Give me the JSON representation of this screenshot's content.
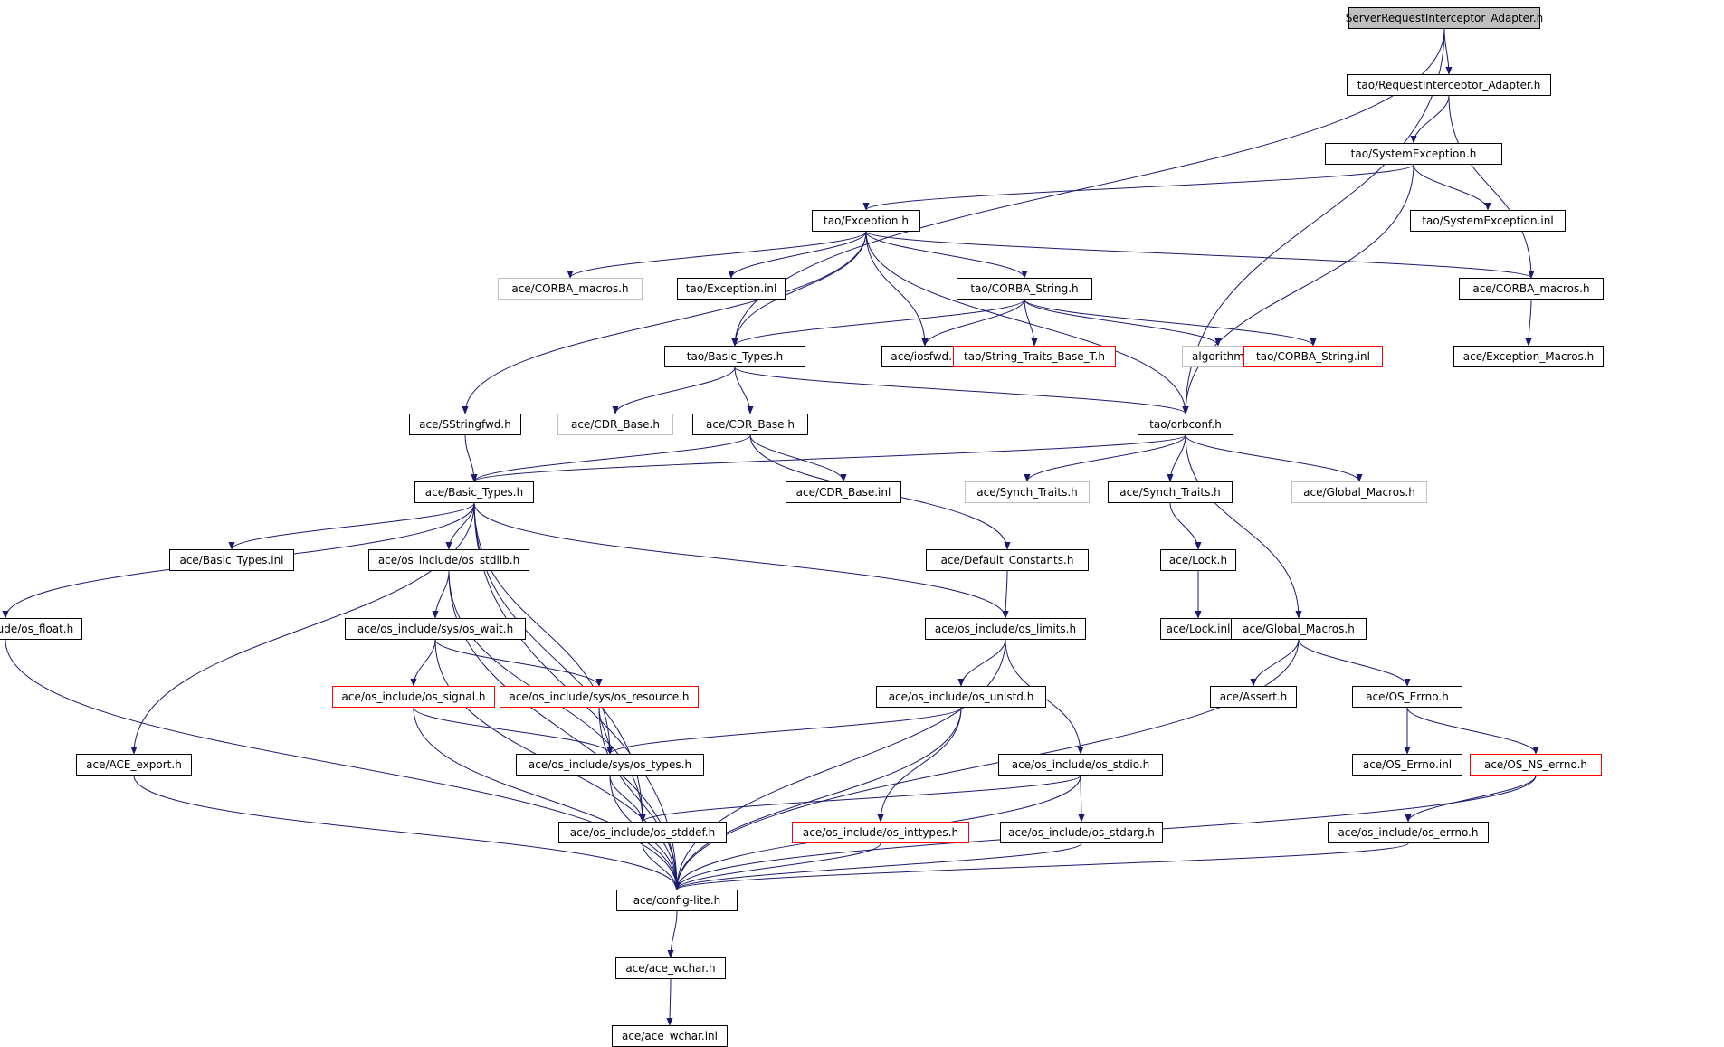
{
  "nodes": [
    {
      "id": "root",
      "label": "ServerRequestInterceptor_Adapter.h",
      "style": "root"
    },
    {
      "id": "ria",
      "label": "tao/RequestInterceptor_Adapter.h",
      "style": "normal"
    },
    {
      "id": "sysexc",
      "label": "tao/SystemException.h",
      "style": "normal"
    },
    {
      "id": "exc",
      "label": "tao/Exception.h",
      "style": "normal"
    },
    {
      "id": "sysexcinl",
      "label": "tao/SystemException.inl",
      "style": "normal"
    },
    {
      "id": "corbamacros_g",
      "label": "ace/CORBA_macros.h",
      "style": "gray"
    },
    {
      "id": "excinl",
      "label": "tao/Exception.inl",
      "style": "normal"
    },
    {
      "id": "corbastring",
      "label": "tao/CORBA_String.h",
      "style": "normal"
    },
    {
      "id": "corbamacros",
      "label": "ace/CORBA_macros.h",
      "style": "normal"
    },
    {
      "id": "basictypes_tao",
      "label": "tao/Basic_Types.h",
      "style": "normal"
    },
    {
      "id": "iosfwd",
      "label": "ace/iosfwd.h",
      "style": "normal"
    },
    {
      "id": "strtraits",
      "label": "tao/String_Traits_Base_T.h",
      "style": "red"
    },
    {
      "id": "algorithm",
      "label": "algorithm",
      "style": "gray"
    },
    {
      "id": "corbastringinl",
      "label": "tao/CORBA_String.inl",
      "style": "red"
    },
    {
      "id": "excmacros",
      "label": "ace/Exception_Macros.h",
      "style": "normal"
    },
    {
      "id": "sstringfwd",
      "label": "ace/SStringfwd.h",
      "style": "normal"
    },
    {
      "id": "cdrbase_g",
      "label": "ace/CDR_Base.h",
      "style": "gray"
    },
    {
      "id": "cdrbase",
      "label": "ace/CDR_Base.h",
      "style": "normal"
    },
    {
      "id": "orbconf",
      "label": "tao/orbconf.h",
      "style": "normal"
    },
    {
      "id": "basictypes",
      "label": "ace/Basic_Types.h",
      "style": "normal"
    },
    {
      "id": "cdrbaseinl",
      "label": "ace/CDR_Base.inl",
      "style": "normal"
    },
    {
      "id": "synch_g",
      "label": "ace/Synch_Traits.h",
      "style": "gray"
    },
    {
      "id": "synch",
      "label": "ace/Synch_Traits.h",
      "style": "normal"
    },
    {
      "id": "globalmacros_g",
      "label": "ace/Global_Macros.h",
      "style": "gray"
    },
    {
      "id": "basictypesinl",
      "label": "ace/Basic_Types.inl",
      "style": "normal"
    },
    {
      "id": "stdlib",
      "label": "ace/os_include/os_stdlib.h",
      "style": "normal"
    },
    {
      "id": "defconst",
      "label": "ace/Default_Constants.h",
      "style": "normal"
    },
    {
      "id": "lock",
      "label": "ace/Lock.h",
      "style": "normal"
    },
    {
      "id": "float",
      "label": "ace/os_include/os_float.h",
      "style": "normal"
    },
    {
      "id": "wait",
      "label": "ace/os_include/sys/os_wait.h",
      "style": "normal"
    },
    {
      "id": "limits",
      "label": "ace/os_include/os_limits.h",
      "style": "normal"
    },
    {
      "id": "lockinl",
      "label": "ace/Lock.inl",
      "style": "normal"
    },
    {
      "id": "globalmacros",
      "label": "ace/Global_Macros.h",
      "style": "normal"
    },
    {
      "id": "signal",
      "label": "ace/os_include/os_signal.h",
      "style": "red"
    },
    {
      "id": "resource",
      "label": "ace/os_include/sys/os_resource.h",
      "style": "red"
    },
    {
      "id": "unistd",
      "label": "ace/os_include/os_unistd.h",
      "style": "normal"
    },
    {
      "id": "assert",
      "label": "ace/Assert.h",
      "style": "normal"
    },
    {
      "id": "oserrno",
      "label": "ace/OS_Errno.h",
      "style": "normal"
    },
    {
      "id": "aceexport",
      "label": "ace/ACE_export.h",
      "style": "normal"
    },
    {
      "id": "types",
      "label": "ace/os_include/sys/os_types.h",
      "style": "normal"
    },
    {
      "id": "stdio",
      "label": "ace/os_include/os_stdio.h",
      "style": "normal"
    },
    {
      "id": "oserrnoinl",
      "label": "ace/OS_Errno.inl",
      "style": "normal"
    },
    {
      "id": "nserrno",
      "label": "ace/OS_NS_errno.h",
      "style": "red"
    },
    {
      "id": "stddef",
      "label": "ace/os_include/os_stddef.h",
      "style": "normal"
    },
    {
      "id": "inttypes",
      "label": "ace/os_include/os_inttypes.h",
      "style": "red"
    },
    {
      "id": "stdarg",
      "label": "ace/os_include/os_stdarg.h",
      "style": "normal"
    },
    {
      "id": "errno",
      "label": "ace/os_include/os_errno.h",
      "style": "normal"
    },
    {
      "id": "configlite",
      "label": "ace/config-lite.h",
      "style": "normal"
    },
    {
      "id": "wchar",
      "label": "ace/ace_wchar.h",
      "style": "normal"
    },
    {
      "id": "wcharinl",
      "label": "ace/ace_wchar.inl",
      "style": "normal"
    }
  ],
  "edges": [
    [
      "root",
      "ria"
    ],
    [
      "root",
      "basictypes_tao"
    ],
    [
      "root",
      "orbconf"
    ],
    [
      "ria",
      "sysexc"
    ],
    [
      "ria",
      "corbamacros"
    ],
    [
      "sysexc",
      "exc"
    ],
    [
      "sysexc",
      "sysexcinl"
    ],
    [
      "sysexc",
      "orbconf"
    ],
    [
      "exc",
      "corbamacros_g"
    ],
    [
      "exc",
      "excinl"
    ],
    [
      "exc",
      "corbastring"
    ],
    [
      "exc",
      "basictypes_tao"
    ],
    [
      "exc",
      "iosfwd"
    ],
    [
      "exc",
      "corbamacros"
    ],
    [
      "exc",
      "sstringfwd"
    ],
    [
      "exc",
      "orbconf"
    ],
    [
      "corbastring",
      "basictypes_tao"
    ],
    [
      "corbastring",
      "iosfwd"
    ],
    [
      "corbastring",
      "strtraits"
    ],
    [
      "corbastring",
      "algorithm"
    ],
    [
      "corbastring",
      "corbastringinl"
    ],
    [
      "corbamacros",
      "excmacros"
    ],
    [
      "basictypes_tao",
      "cdrbase_g"
    ],
    [
      "basictypes_tao",
      "cdrbase"
    ],
    [
      "basictypes_tao",
      "orbconf"
    ],
    [
      "sstringfwd",
      "basictypes"
    ],
    [
      "cdrbase",
      "basictypes"
    ],
    [
      "cdrbase",
      "cdrbaseinl"
    ],
    [
      "cdrbase",
      "defconst"
    ],
    [
      "orbconf",
      "basictypes"
    ],
    [
      "orbconf",
      "synch_g"
    ],
    [
      "orbconf",
      "synch"
    ],
    [
      "orbconf",
      "globalmacros_g"
    ],
    [
      "orbconf",
      "globalmacros"
    ],
    [
      "synch",
      "lock"
    ],
    [
      "lock",
      "lockinl"
    ],
    [
      "basictypes",
      "float"
    ],
    [
      "basictypes",
      "aceexport"
    ],
    [
      "basictypes",
      "basictypesinl"
    ],
    [
      "basictypes",
      "stdlib"
    ],
    [
      "basictypes",
      "configlite"
    ],
    [
      "basictypes",
      "types"
    ],
    [
      "basictypes",
      "stddef"
    ],
    [
      "basictypes",
      "limits"
    ],
    [
      "stdlib",
      "wait"
    ],
    [
      "stdlib",
      "configlite"
    ],
    [
      "stdlib",
      "stddef"
    ],
    [
      "defconst",
      "limits"
    ],
    [
      "wait",
      "signal"
    ],
    [
      "wait",
      "resource"
    ],
    [
      "wait",
      "configlite"
    ],
    [
      "signal",
      "types"
    ],
    [
      "signal",
      "configlite"
    ],
    [
      "resource",
      "types"
    ],
    [
      "resource",
      "configlite"
    ],
    [
      "limits",
      "unistd"
    ],
    [
      "limits",
      "stdio"
    ],
    [
      "limits",
      "configlite"
    ],
    [
      "unistd",
      "types"
    ],
    [
      "unistd",
      "inttypes"
    ],
    [
      "unistd",
      "configlite"
    ],
    [
      "stdio",
      "stddef"
    ],
    [
      "stdio",
      "stdarg"
    ],
    [
      "stdio",
      "configlite"
    ],
    [
      "types",
      "stddef"
    ],
    [
      "types",
      "configlite"
    ],
    [
      "globalmacros",
      "assert"
    ],
    [
      "globalmacros",
      "oserrno"
    ],
    [
      "globalmacros",
      "configlite"
    ],
    [
      "oserrno",
      "oserrnoinl"
    ],
    [
      "oserrno",
      "nserrno"
    ],
    [
      "nserrno",
      "errno"
    ],
    [
      "nserrno",
      "configlite"
    ],
    [
      "errno",
      "configlite"
    ],
    [
      "float",
      "configlite"
    ],
    [
      "aceexport",
      "configlite"
    ],
    [
      "stddef",
      "configlite"
    ],
    [
      "inttypes",
      "configlite"
    ],
    [
      "stdarg",
      "configlite"
    ],
    [
      "configlite",
      "wchar"
    ],
    [
      "wchar",
      "wcharinl"
    ]
  ],
  "colors": {
    "edge": "#191970",
    "root_fill": "#bfbfbf",
    "missing_border": "#ff0000",
    "external_border": "#bfbfbf"
  }
}
